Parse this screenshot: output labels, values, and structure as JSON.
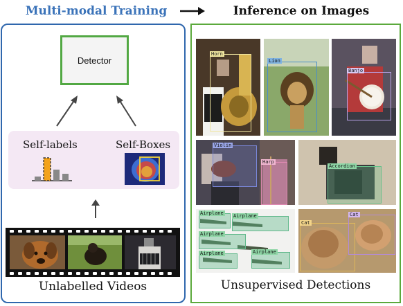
{
  "titles": {
    "left": "Multi-modal Training",
    "right": "Inference on Images"
  },
  "detector": {
    "label": "Detector"
  },
  "self_labels": {
    "label": "Self-labels"
  },
  "self_boxes": {
    "label": "Self-Boxes"
  },
  "captions": {
    "videos": "Unlabelled Videos",
    "detections": "Unsupervised Detections"
  },
  "detections": [
    {
      "label": "Horn"
    },
    {
      "label": "Lion"
    },
    {
      "label": "Banjo"
    },
    {
      "label": "Violin"
    },
    {
      "label": "Harp"
    },
    {
      "label": "Accordion"
    },
    {
      "label": "Airplane"
    },
    {
      "label": "Airplane"
    },
    {
      "label": "Airplane"
    },
    {
      "label": "Airplane"
    },
    {
      "label": "Airplane"
    },
    {
      "label": "Cat"
    },
    {
      "label": "Cat"
    }
  ],
  "colors": {
    "left_panel_border": "#2f67ad",
    "right_panel_border": "#5ba93c",
    "detector_border": "#52a843",
    "selflabel_background": "#f4e8f4",
    "highlight_bar": "#f2a21b"
  },
  "icons": [
    "arrow-right-icon",
    "arrow-up-icon"
  ]
}
